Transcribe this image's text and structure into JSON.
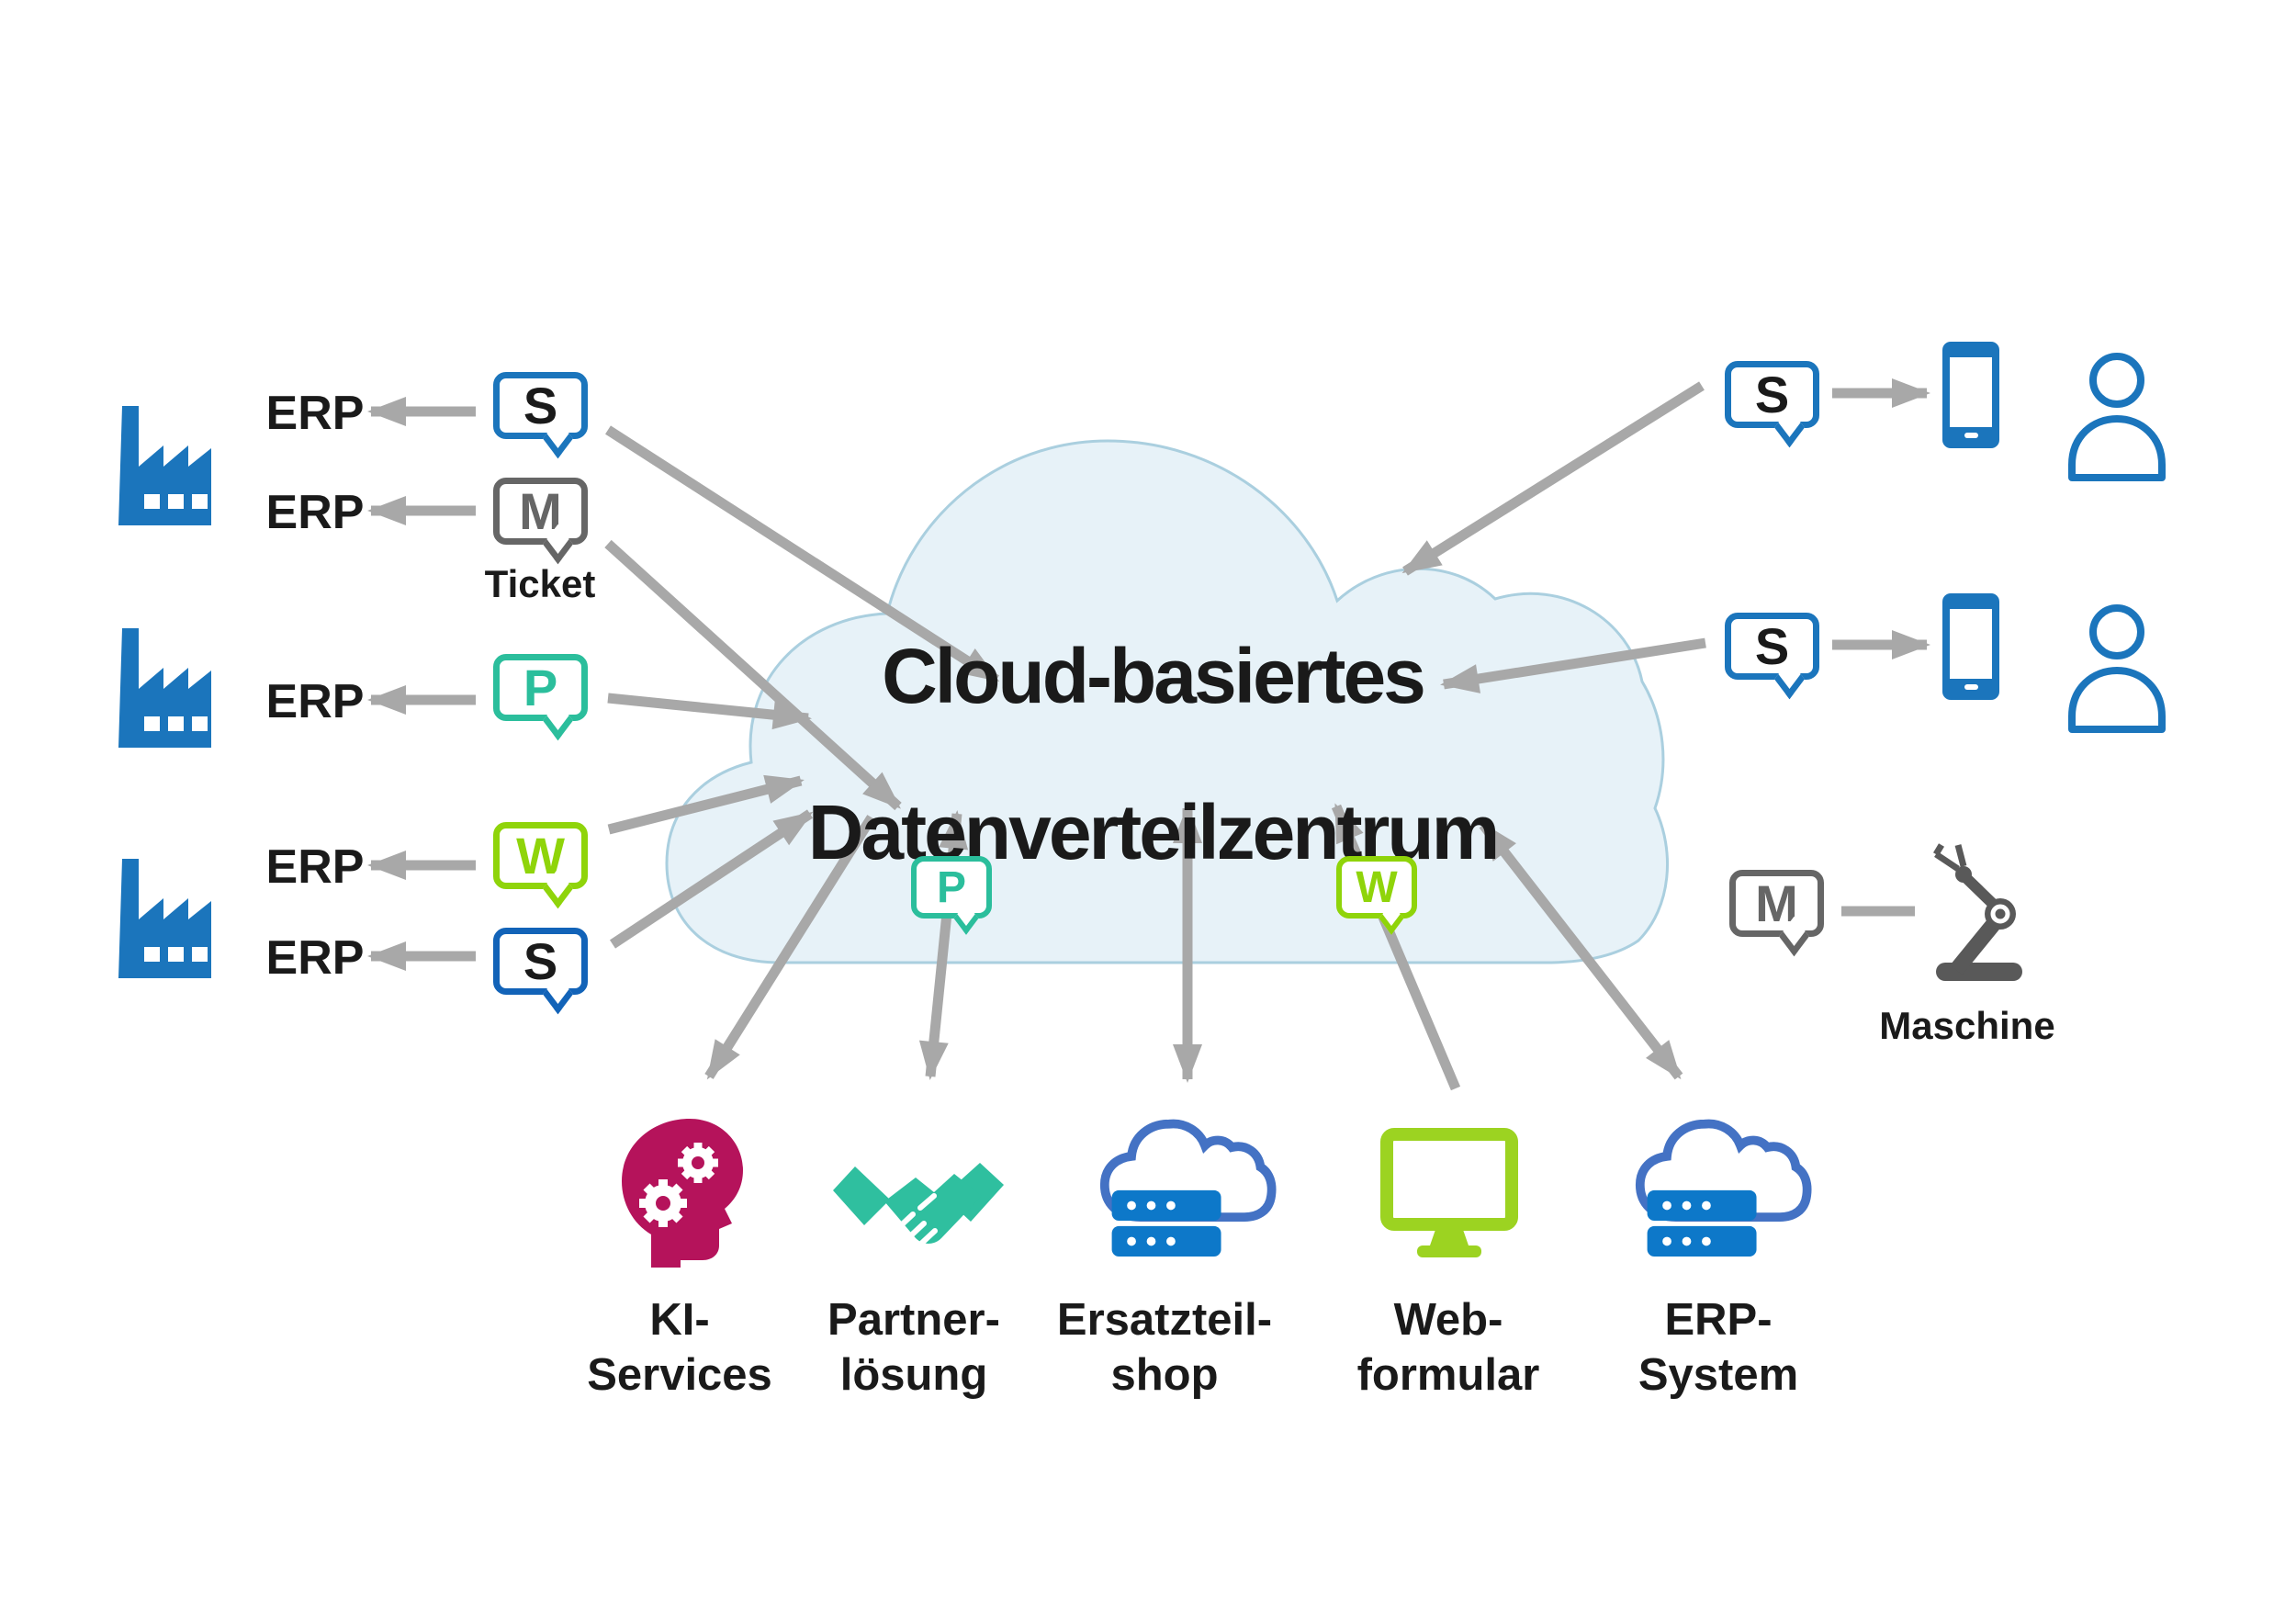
{
  "diagram_title": {
    "line1": "Cloud-basiertes",
    "line2": "Datenverteilzentrum"
  },
  "left": {
    "rows": [
      {
        "erp_label": "ERP",
        "bubble_letter": "S"
      },
      {
        "erp_label": "ERP",
        "bubble_letter": "M",
        "caption": "Ticket"
      },
      {
        "erp_label": "ERP",
        "bubble_letter": "P"
      },
      {
        "erp_label": "ERP",
        "bubble_letter": "W"
      },
      {
        "erp_label": "ERP",
        "bubble_letter": "S"
      }
    ]
  },
  "cloud_bubbles": [
    {
      "letter": "P"
    },
    {
      "letter": "W"
    }
  ],
  "right": {
    "rows": [
      {
        "bubble_letter": "S"
      },
      {
        "bubble_letter": "S"
      }
    ],
    "machine_row": {
      "bubble_letter": "M",
      "label": "Maschine"
    }
  },
  "bottom_items": [
    {
      "line1": "KI-",
      "line2": "Services"
    },
    {
      "line1": "Partner-",
      "line2": "lösung"
    },
    {
      "line1": "Ersatzteil-",
      "line2": "shop"
    },
    {
      "line1": "Web-",
      "line2": "formular"
    },
    {
      "line1": "ERP-",
      "line2": "System"
    }
  ],
  "colors": {
    "blue": "#1B75BC",
    "dark_blue": "#1263B8",
    "gray_bubble": "#666666",
    "teal": "#2BBE9C",
    "green": "#8FD40A",
    "magenta": "#B5135B",
    "handshake_teal": "#2FBF9F",
    "server_blue": "#0D78C9",
    "cloud_icon_blue": "#4472C4",
    "monitor_green": "#9CD321",
    "robot_gray": "#595959",
    "arrow": "#A8A8A8",
    "cloud_fill": "#E7F2F8",
    "cloud_stroke": "#AACFDF",
    "ink": "#1A1A1A"
  }
}
